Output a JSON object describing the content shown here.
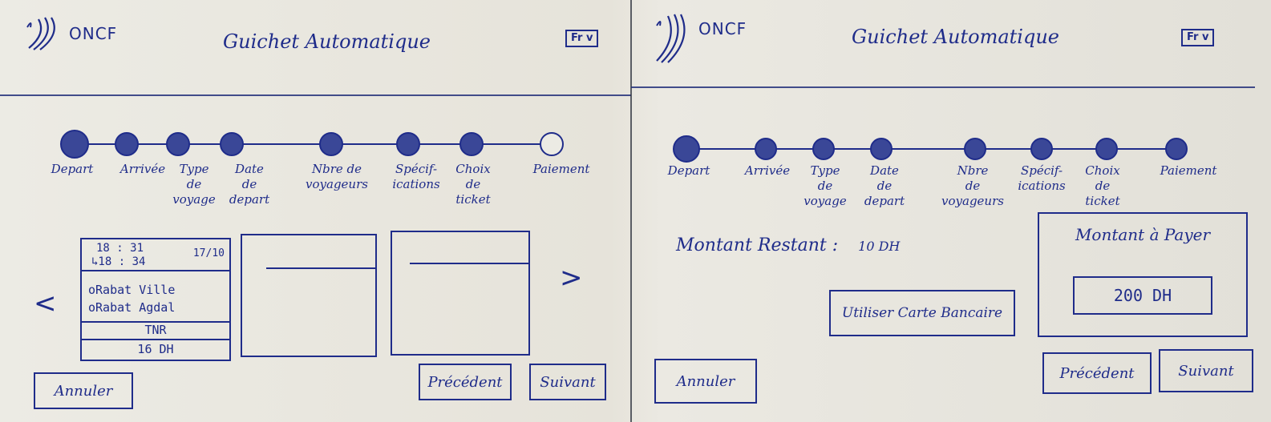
{
  "brand": {
    "logo_text": "ONCF"
  },
  "app": {
    "title": "Guichet Automatique"
  },
  "lang": {
    "label": "Fr v"
  },
  "left": {
    "steps": [
      {
        "label": "Depart",
        "state": "done"
      },
      {
        "label": "Arrivée",
        "state": "done"
      },
      {
        "label": "Type\nde\nvoyage",
        "state": "done"
      },
      {
        "label": "Date\nde\ndepart",
        "state": "done"
      },
      {
        "label": "Nbre de\nvoyageurs",
        "state": "done"
      },
      {
        "label": "Spécif-\nications",
        "state": "done"
      },
      {
        "label": "Choix\nde\nticket",
        "state": "done"
      },
      {
        "label": "Paiement",
        "state": "current"
      }
    ],
    "ticket": {
      "time_dep": "18 : 31",
      "time_arr": "↳18 : 34",
      "date": "17/10",
      "station_from": "Rabat Ville",
      "station_to": "Rabat Agdal",
      "type": "TNR",
      "price": "16 DH"
    },
    "nav": {
      "prev_arrow": "<",
      "next_arrow": ">"
    },
    "buttons": {
      "cancel": "Annuler",
      "previous": "Précédent",
      "next": "Suivant"
    }
  },
  "right": {
    "steps": [
      {
        "label": "Depart",
        "state": "done"
      },
      {
        "label": "Arrivée",
        "state": "done"
      },
      {
        "label": "Type\nde\nvoyage",
        "state": "done"
      },
      {
        "label": "Date\nde\ndepart",
        "state": "done"
      },
      {
        "label": "Nbre\nde\nvoyageurs",
        "state": "done"
      },
      {
        "label": "Spécif-\nications",
        "state": "done"
      },
      {
        "label": "Choix\nde\nticket",
        "state": "done"
      },
      {
        "label": "Paiement",
        "state": "done"
      }
    ],
    "remaining": {
      "label": "Montant Restant :",
      "value": "10 DH"
    },
    "card_button": "Utiliser Carte Bancaire",
    "amount_box": {
      "title": "Montant à Payer",
      "value": "200 DH"
    },
    "buttons": {
      "cancel": "Annuler",
      "previous": "Précédent",
      "next": "Suivant"
    }
  }
}
